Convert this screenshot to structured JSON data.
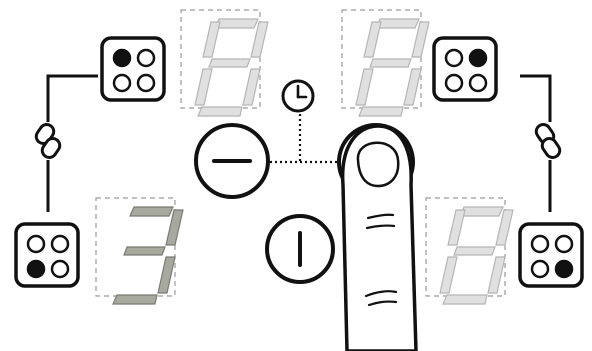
{
  "panel": {
    "zones": [
      {
        "id": "front-left",
        "active_burner": "top-left",
        "display": "8",
        "display_state": "dim"
      },
      {
        "id": "back-left",
        "active_burner": "bottom-left",
        "display": "3",
        "display_state": "lit"
      },
      {
        "id": "front-right",
        "active_burner": "top-right",
        "display": "8",
        "display_state": "dim"
      },
      {
        "id": "back-right",
        "active_burner": "bottom-right",
        "display": "8",
        "display_state": "dim"
      }
    ],
    "controls": {
      "minus": {
        "icon": "minus-icon"
      },
      "timer": {
        "icon": "clock-icon"
      },
      "power": {
        "icon": "power-icon"
      },
      "plus": {
        "icon": "plus-icon",
        "state": "pressed-by-finger"
      },
      "bridge_links": {
        "icon": "link-icon"
      }
    },
    "colors": {
      "outline": "#111111",
      "segment_dim": "#e0e0e0",
      "segment_dim_stroke": "#b5b5b5",
      "segment_lit": "#a7a99f",
      "segment_lit_stroke": "#7a7c73",
      "display_frame": "#9a9a9a"
    }
  }
}
